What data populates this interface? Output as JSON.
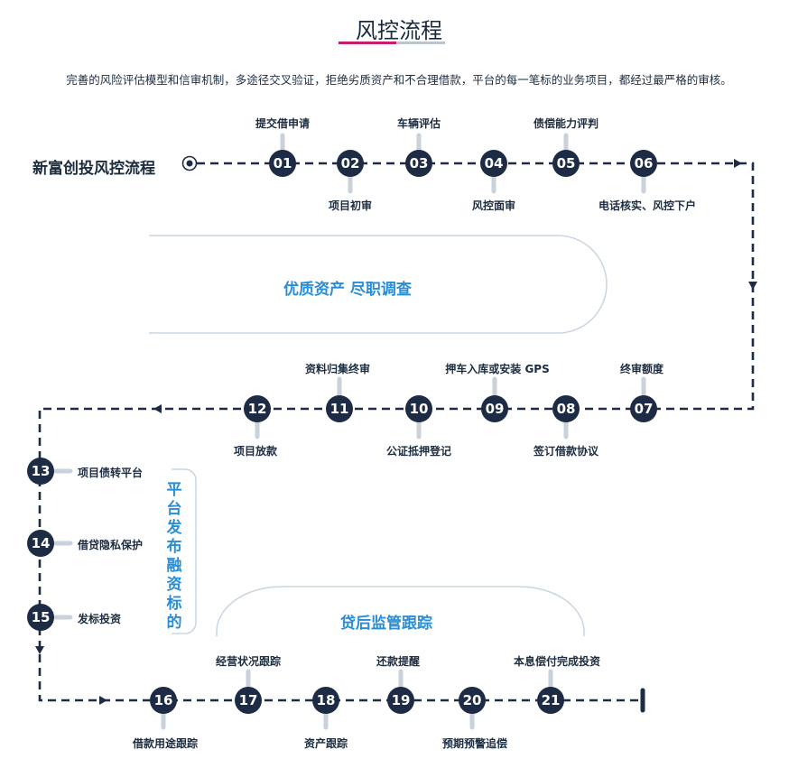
{
  "page": {
    "title": "风控流程",
    "intro": "完善的风险评估模型和信审机制，多途径交叉验证，拒绝劣质资产和不合理借款，平台的每一笔标的业务项目，都经过最严格的审核。",
    "flow_name": "新富创投风控流程",
    "band1": "优质资产 尽职调查",
    "band2": "贷后监管跟踪",
    "vertical_label": "平台发布融资标的"
  },
  "colors": {
    "node": "#1d2b44",
    "accent": "#2a8ed6",
    "stem": "#c9d1da",
    "title_accent": "#c81c6c"
  },
  "steps": [
    {
      "num": "01",
      "label": "提交借申请"
    },
    {
      "num": "02",
      "label": "项目初审"
    },
    {
      "num": "03",
      "label": "车辆评估"
    },
    {
      "num": "04",
      "label": "风控面审"
    },
    {
      "num": "05",
      "label": "债偿能力评判"
    },
    {
      "num": "06",
      "label": "电话核实、风控下户"
    },
    {
      "num": "07",
      "label": "终审额度"
    },
    {
      "num": "08",
      "label": "签订借款协议"
    },
    {
      "num": "09",
      "label": "押车入库或安装 GPS"
    },
    {
      "num": "10",
      "label": "公证抵押登记"
    },
    {
      "num": "11",
      "label": "资料归集终审"
    },
    {
      "num": "12",
      "label": "项目放款"
    },
    {
      "num": "13",
      "label": "项目债转平台"
    },
    {
      "num": "14",
      "label": "借贷隐私保护"
    },
    {
      "num": "15",
      "label": "发标投资"
    },
    {
      "num": "16",
      "label": "借款用途跟踪"
    },
    {
      "num": "17",
      "label": "经营状况跟踪"
    },
    {
      "num": "18",
      "label": "资产跟踪"
    },
    {
      "num": "19",
      "label": "还款提醒"
    },
    {
      "num": "20",
      "label": "预期预警追偿"
    },
    {
      "num": "21",
      "label": "本息偿付完成投资"
    }
  ]
}
